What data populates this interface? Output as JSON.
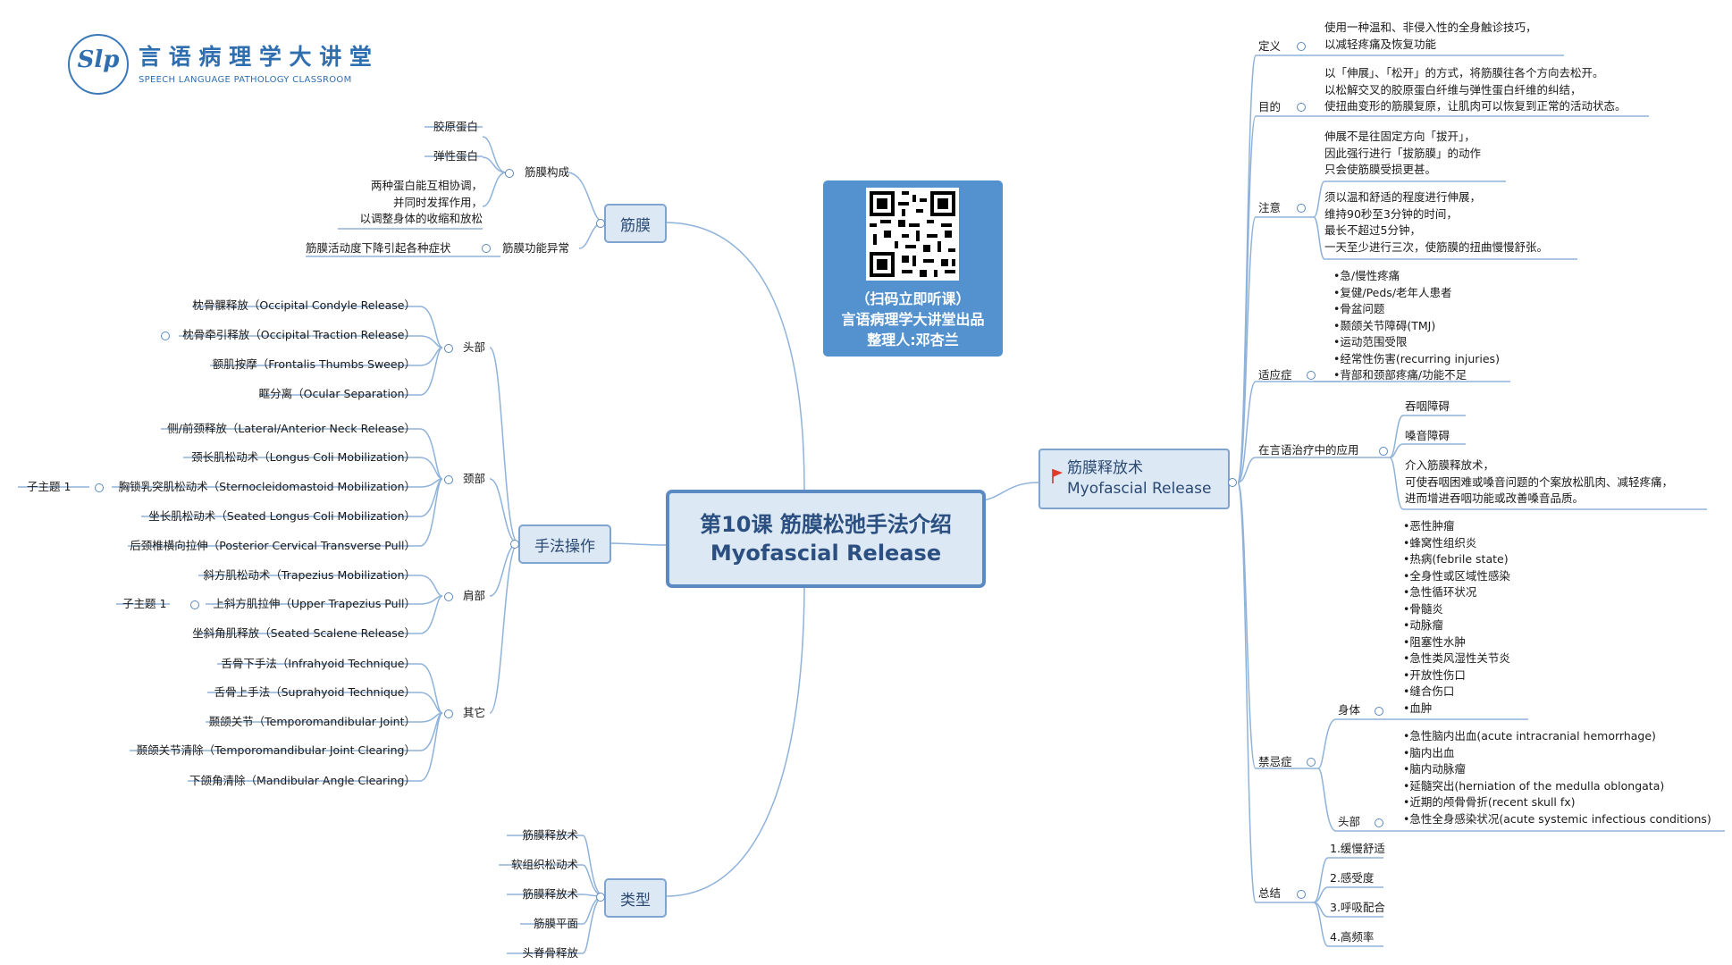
{
  "header": {
    "logo_text": "Slp",
    "brand_cn": "言 语 病 理 学 大 讲 堂",
    "brand_en": "SPEECH LANGUAGE PATHOLOGY CLASSROOM"
  },
  "qr_card": {
    "line1": "（扫码立即听课）",
    "line2": "言语病理学大讲堂出品",
    "line3": "整理人:邓杏兰"
  },
  "central": {
    "line1": "第10课 筋膜松弛手法介绍",
    "line2": "Myofascial Release"
  },
  "left": {
    "fascia": {
      "label": "筋膜",
      "composition": {
        "label": "筋膜构成",
        "items": [
          "胶原蛋白",
          "弹性蛋白",
          "两种蛋白能互相协调，\n并同时发挥作用，\n以调整身体的收缩和放松"
        ]
      },
      "dysfunction": {
        "label": "筋膜功能异常",
        "item": "筋膜活动度下降引起各种症状"
      }
    },
    "technique": {
      "label": "手法操作",
      "head": {
        "label": "头部",
        "items": [
          "枕骨髁释放（Occipital Condyle Release）",
          "枕骨牵引释放（Occipital Traction Release）",
          "额肌按摩（Frontalis Thumbs Sweep）",
          "眶分离（Ocular Separation）"
        ]
      },
      "neck": {
        "label": "颈部",
        "items": [
          "侧/前颈释放（Lateral/Anterior Neck Release）",
          "颈长肌松动术（Longus Coli Mobilization）",
          "胸锁乳突肌松动术（Sternocleidomastoid Mobilization）",
          "坐长肌松动术（Seated Longus Coli Mobilization）",
          "后颈椎横向拉伸（Posterior Cervical Transverse Pull）"
        ],
        "subtopic": "子主题 1"
      },
      "shoulder": {
        "label": "肩部",
        "items": [
          "斜方肌松动术（Trapezius Mobilization）",
          "上斜方肌拉伸（Upper Trapezius Pull）",
          "坐斜角肌释放（Seated Scalene Release）"
        ],
        "subtopic": "子主题 1"
      },
      "other": {
        "label": "其它",
        "items": [
          "舌骨下手法（Infrahyoid Technique）",
          "舌骨上手法（Suprahyoid Technique）",
          "颞颌关节（Temporomandibular Joint）",
          "颞颌关节清除（Temporomandibular Joint Clearing）",
          "下颌角清除（Mandibular Angle Clearing）"
        ]
      }
    },
    "types": {
      "label": "类型",
      "items": [
        "筋膜释放术",
        "软组织松动术",
        "筋膜释放术",
        "筋膜平面",
        "头脊骨释放"
      ]
    }
  },
  "right": {
    "root": {
      "line1": "筋膜释放术",
      "line2": "Myofascial Release"
    },
    "definition": {
      "label": "定义",
      "text": "使用一种温和、非侵入性的全身触诊技巧，\n以减轻疼痛及恢复功能"
    },
    "purpose": {
      "label": "目的",
      "text": "以「伸展」、「松开」的方式，将筋膜往各个方向去松开。\n以松解交叉的胶原蛋白纤维与弹性蛋白纤维的纠结，\n使扭曲变形的筋膜复原，让肌肉可以恢复到正常的活动状态。"
    },
    "notes": {
      "label": "注意",
      "texts": [
        "伸展不是往固定方向「拔开」，\n因此强行进行「拔筋膜」的动作\n只会使筋膜受损更甚。",
        "须以温和舒适的程度进行伸展，\n维持90秒至3分钟的时间，\n最长不超过5分钟，\n一天至少进行三次，使筋膜的扭曲慢慢舒张。"
      ]
    },
    "indications": {
      "label": "适应症",
      "text": "•急/慢性疼痛\n•复健/Peds/老年人患者\n•骨盆问题\n•颞颌关节障碍(TMJ)\n•运动范围受限\n•经常性伤害(recurring injuries)\n•背部和颈部疼痛/功能不足"
    },
    "speech_application": {
      "label": "在言语治疗中的应用",
      "items": [
        "吞咽障碍",
        "嗓音障碍",
        "介入筋膜释放术，\n可使吞咽困难或嗓音问题的个案放松肌肉、减轻疼痛，\n进而增进吞咽功能或改善嗓音品质。"
      ]
    },
    "contraindications": {
      "label": "禁忌症",
      "body": {
        "label": "身体",
        "text": "•恶性肿瘤\n•蜂窝性组织炎\n•热病(febrile state)\n•全身性或区域性感染\n•急性循环状况\n•骨髓炎\n•动脉瘤\n•阻塞性水肿\n•急性类风湿性关节炎\n•开放性伤口\n•缝合伤口\n•血肿"
      },
      "head": {
        "label": "头部",
        "text": "•急性脑内出血(acute intracranial hemorrhage)\n•脑内出血\n•脑内动脉瘤\n•延髓突出(herniation of the medulla oblongata)\n•近期的颅骨骨折(recent skull fx)\n•急性全身感染状况(acute systemic infectious conditions)"
      }
    },
    "summary": {
      "label": "总结",
      "items": [
        "1.缓慢舒适",
        "2.感受度",
        "3.呼吸配合",
        "4.高频率"
      ]
    }
  }
}
